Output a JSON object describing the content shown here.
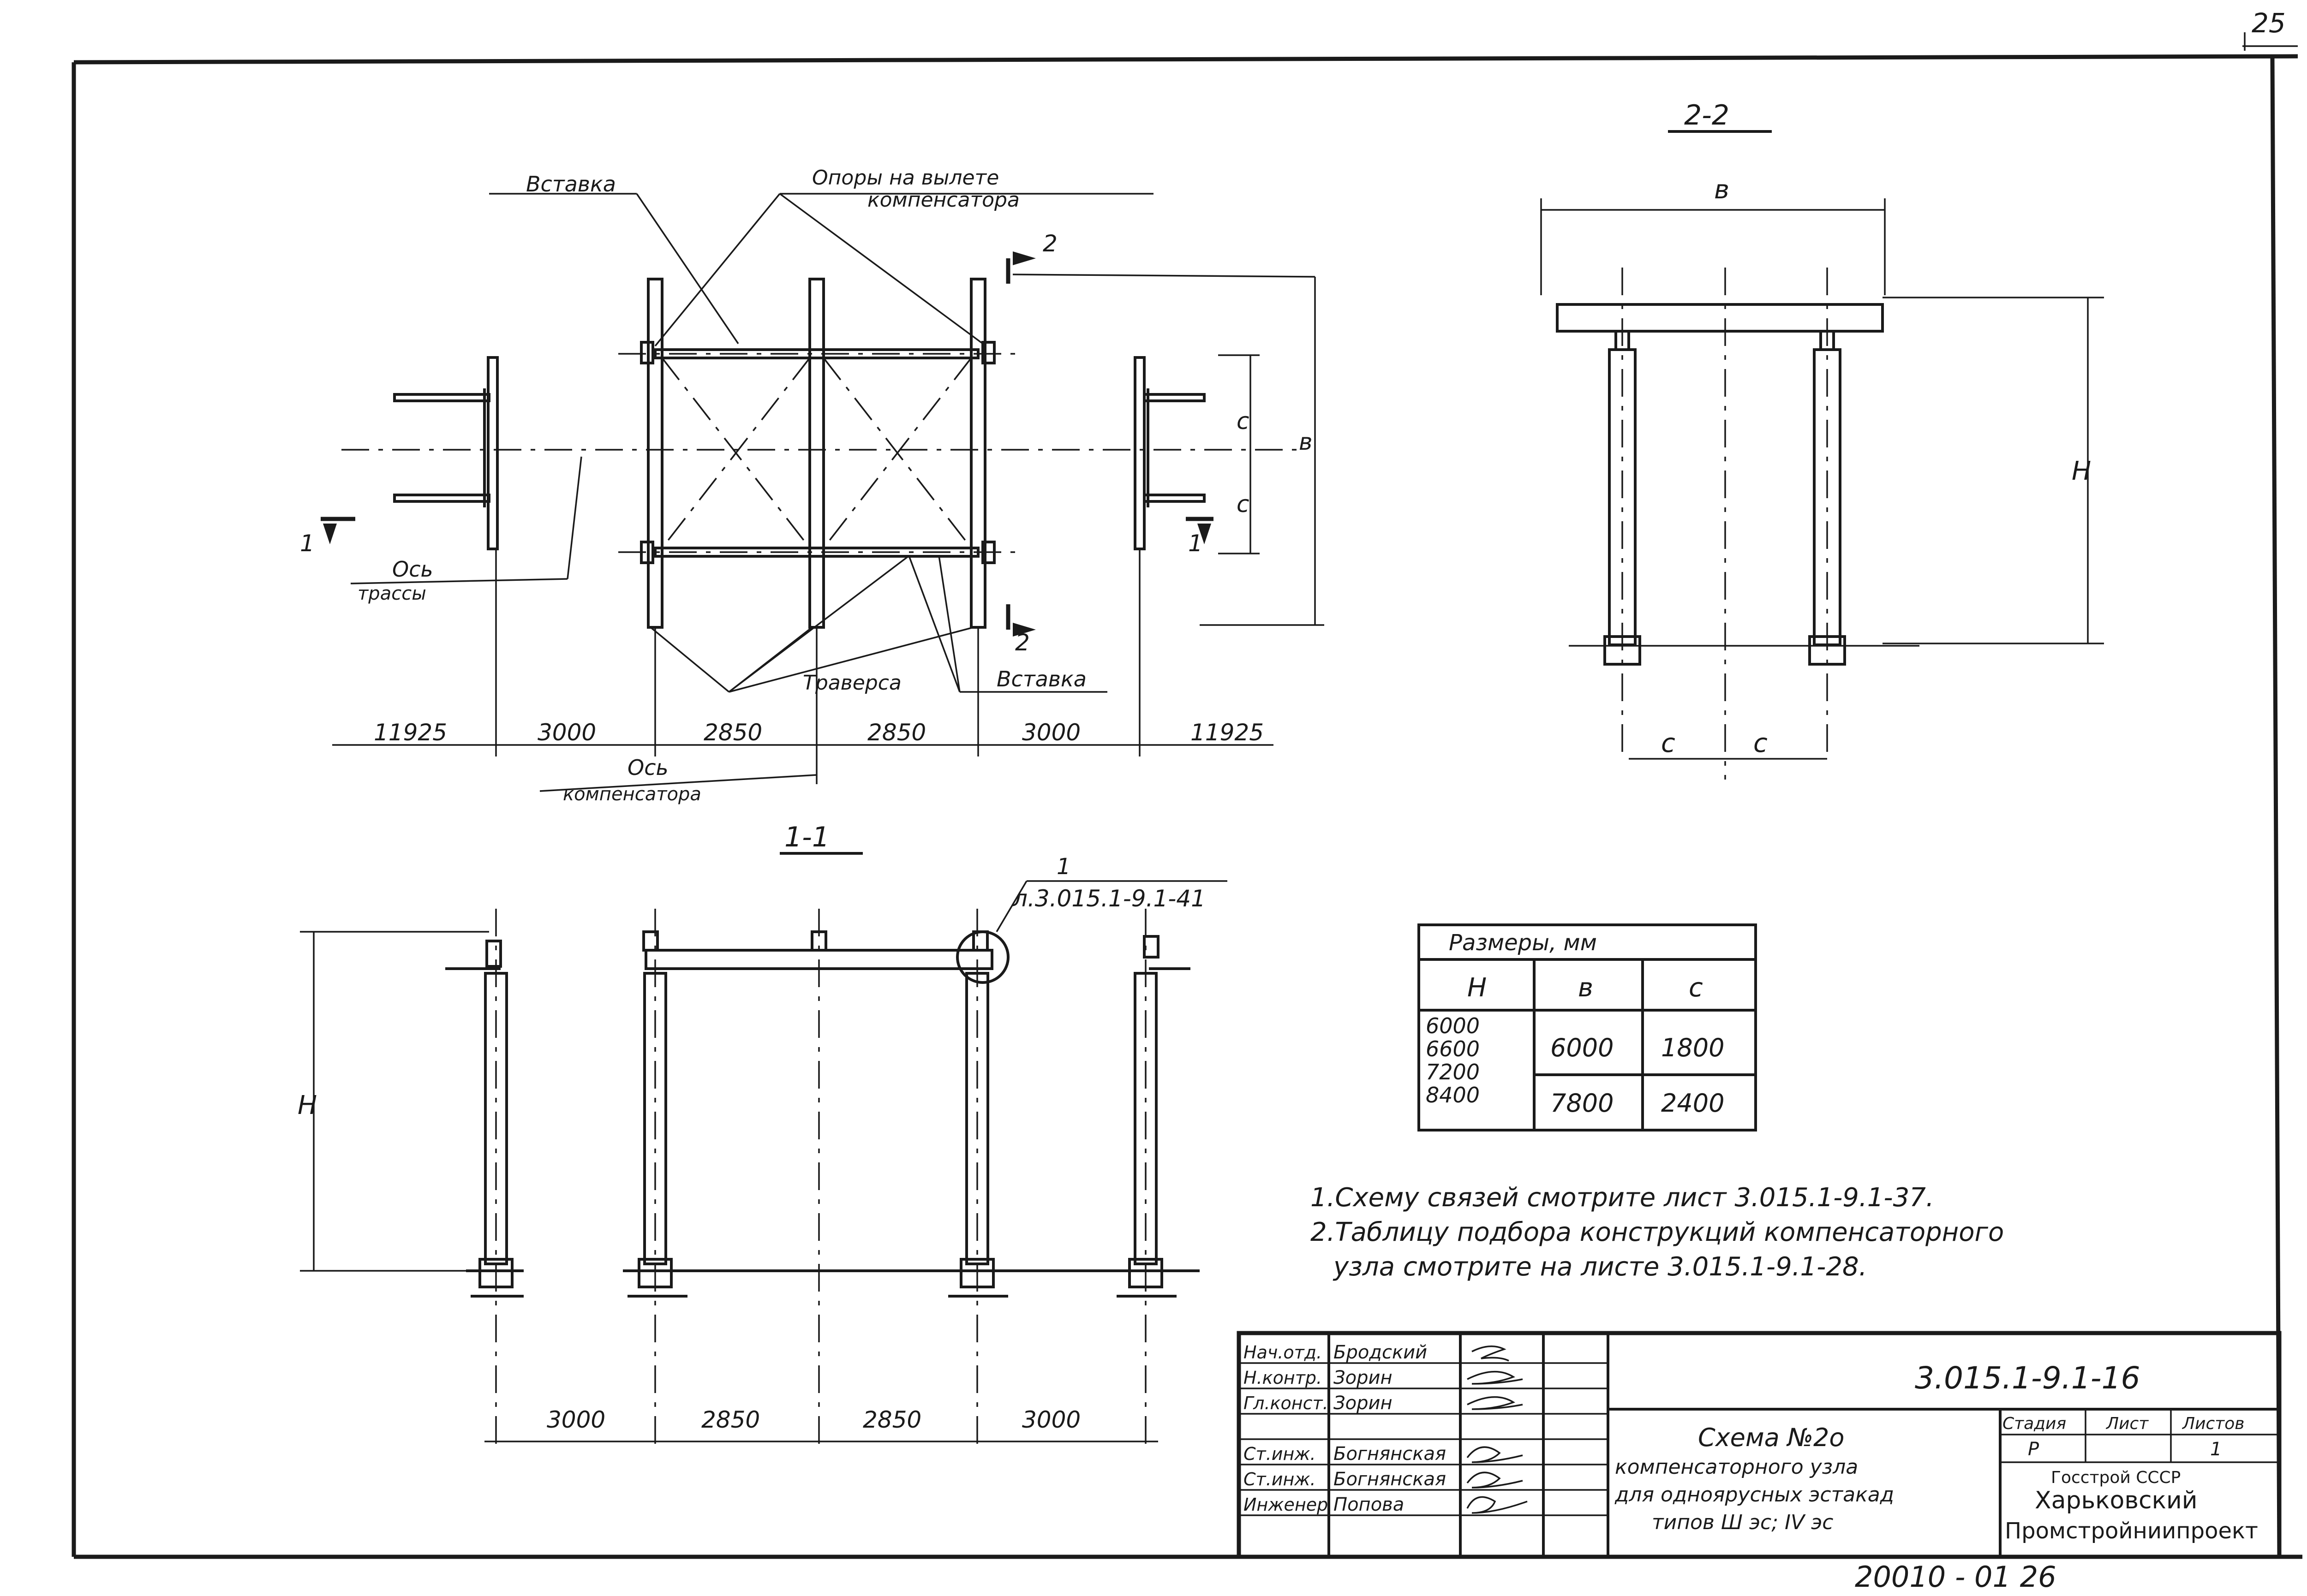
{
  "page_number": "25",
  "section_2_2": {
    "title": "2-2",
    "label_b": "в",
    "label_h": "H",
    "label_c1": "с",
    "label_c2": "с"
  },
  "plan": {
    "insert_label_top": "Вставка",
    "supports_label_line1": "Опоры на вылете",
    "supports_label_line2": "компенсатора",
    "route_axis_line1": "Ось",
    "route_axis_line2": "трассы",
    "traverse_label": "Траверса",
    "insert_label_bottom": "Вставка",
    "comp_axis_line1": "Ось",
    "comp_axis_line2": "компенсатора",
    "section_mark_1": "1",
    "section_mark_2": "2",
    "dim_c": "с",
    "dim_b": "в",
    "dims": [
      "11925",
      "3000",
      "2850",
      "2850",
      "3000",
      "11925"
    ]
  },
  "section_1_1": {
    "title": "1-1",
    "ref_number": "1",
    "ref_sheet": "л.3.015.1-9.1-41",
    "label_h": "H",
    "dims": [
      "3000",
      "2850",
      "2850",
      "3000"
    ]
  },
  "dimension_table": {
    "caption": "Размеры, мм",
    "headers": [
      "H",
      "в",
      "с"
    ],
    "h_values": [
      "6000",
      "6600",
      "7200",
      "8400"
    ],
    "rows": [
      [
        "6000",
        "1800"
      ],
      [
        "7800",
        "2400"
      ]
    ]
  },
  "notes": [
    "1.Схему связей смотрите лист 3.015.1-9.1-37.",
    "2.Таблицу подбора конструкций компенсаторного",
    "узла смотрите на листе 3.015.1-9.1-28."
  ],
  "title_block": {
    "people": [
      {
        "role": "Нач.отд.",
        "name": "Бродский"
      },
      {
        "role": "Н.контр.",
        "name": "Зорин"
      },
      {
        "role": "Гл.конст.",
        "name": "Зорин"
      },
      {
        "role": "",
        "name": ""
      },
      {
        "role": "Ст.инж.",
        "name": "Богнянская"
      },
      {
        "role": "Ст.инж.",
        "name": "Богнянская"
      },
      {
        "role": "Инженер",
        "name": "Попова"
      }
    ],
    "doc_code": "3.015.1-9.1-16",
    "title_lines": [
      "Схема №2о",
      "компенсаторного узла",
      "для одноярусных эстакад",
      "типов Ш эс; IV эс"
    ],
    "stage_header": "Стадия",
    "sheet_header": "Лист",
    "sheets_header": "Листов",
    "stage": "Р",
    "sheets": "1",
    "org_line1": "Госстрой СССР",
    "org_line2": "Харьковский",
    "org_line3": "Промстройниипроект"
  },
  "footer_code": "20010 - 01 26"
}
